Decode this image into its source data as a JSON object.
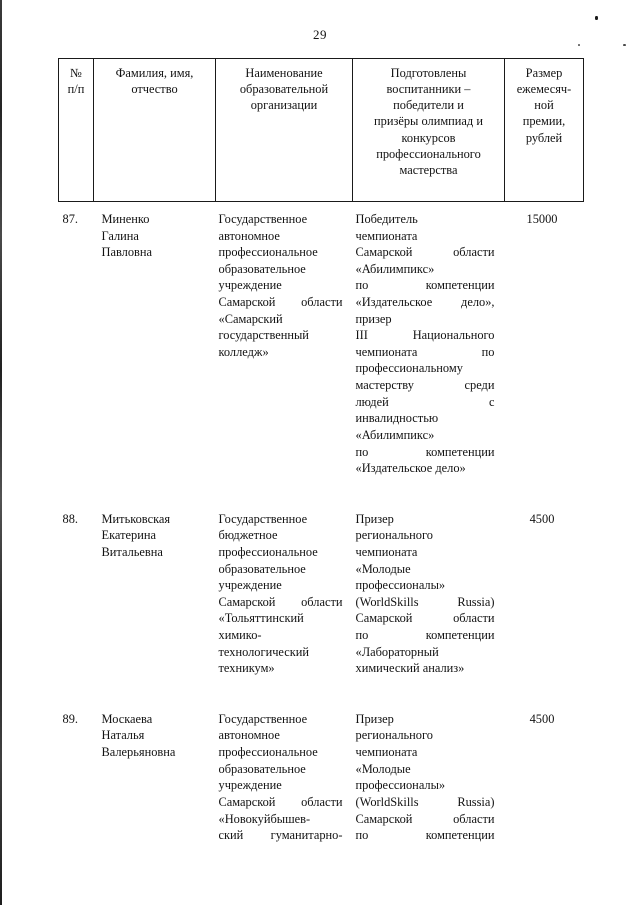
{
  "page": {
    "number": "29"
  },
  "table": {
    "headers": [
      "№\nп/п",
      "Фамилия, имя,\nотчество",
      "Наименование\nобразовательной\nорганизации",
      "Подготовлены\nвоспитанники –\nпобедители и\nпризёры олимпиад и\nконкурсов\nпрофессионального\nмастерства",
      "Размер\nежемесяч-\nной\nпремии,\nрублей"
    ],
    "header_lines": {
      "col1": [
        "№",
        "п/п"
      ],
      "col2": [
        "Фамилия, имя,",
        "отчество"
      ],
      "col3": [
        "Наименование",
        "образовательной",
        "организации"
      ],
      "col4": [
        "Подготовлены",
        "воспитанники –",
        "победители и",
        "призёры олимпиад и",
        "конкурсов",
        "профессионального",
        "мастерства"
      ],
      "col5": [
        "Размер",
        "ежемесяч-",
        "ной",
        "премии,",
        "рублей"
      ]
    },
    "rows": [
      {
        "num": "87.",
        "fio_lines": [
          "Миненко",
          "Галина",
          "Павловна"
        ],
        "org_lines": [
          "Государственное",
          "автономное",
          "профессиональное",
          "образовательное",
          "учреждение",
          "Самарской области",
          "«Самарский",
          "государственный",
          "колледж»"
        ],
        "award_lines": [
          "Победитель",
          "чемпионата",
          "Самарской области",
          "«Абилимпикс»",
          "по компетенции",
          "«Издательское дело»,",
          "призер",
          "III Национального",
          "чемпионата по",
          "профессиональному",
          "мастерству среди",
          "людей с",
          "инвалидностью",
          "«Абилимпикс»",
          "по компетенции",
          "«Издательское дело»"
        ],
        "amount": "15000"
      },
      {
        "num": "88.",
        "fio_lines": [
          "Митьковская",
          "Екатерина",
          "Витальевна"
        ],
        "org_lines": [
          "Государственное",
          "бюджетное",
          "профессиональное",
          "образовательное",
          "учреждение",
          "Самарской области",
          "«Тольяттинский",
          "химико-",
          "технологический",
          "техникум»"
        ],
        "award_lines": [
          "Призер",
          "регионального",
          "чемпионата",
          "«Молодые",
          "профессионалы»",
          "(WorldSkills Russia)",
          "Самарской области",
          "по компетенции",
          "«Лабораторный",
          "химический анализ»"
        ],
        "amount": "4500"
      },
      {
        "num": "89.",
        "fio_lines": [
          "Москаева",
          "Наталья",
          "Валерьяновна"
        ],
        "org_lines": [
          "Государственное",
          "автономное",
          "профессиональное",
          "образовательное",
          "учреждение",
          "Самарской области",
          "«Новокуйбышев-",
          "ский гуманитарно-"
        ],
        "award_lines": [
          "Призер",
          "регионального",
          "чемпионата",
          "«Молодые",
          "профессионалы»",
          "(WorldSkills Russia)",
          "Самарской области",
          "по компетенции"
        ],
        "amount": "4500"
      }
    ]
  }
}
